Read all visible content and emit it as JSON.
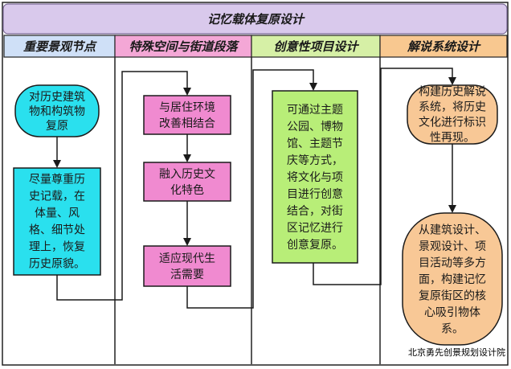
{
  "title": "记忆载体复原设计",
  "columns": [
    {
      "label": "重要景观节点",
      "color": "#cfe0f7"
    },
    {
      "label": "特殊空间与街道段落",
      "color": "#f4a7d6"
    },
    {
      "label": "创意性项目设计",
      "color": "#d6f0a6"
    },
    {
      "label": "解说系统设计",
      "color": "#f8c890"
    }
  ],
  "nodes": {
    "col1_top": [
      "对历史建筑",
      "物和构筑物",
      "复原"
    ],
    "col1_bottom": [
      "尽量尊重历",
      "史记载，在",
      "体量、风",
      "格、细节处",
      "理上，恢复",
      "历史原貌。"
    ],
    "col2_a": [
      "与居住环境",
      "改善相结合"
    ],
    "col2_b": [
      "融入历史文",
      "化特色"
    ],
    "col2_c": [
      "适应现代生",
      "活需要"
    ],
    "col3": [
      "可通过主题",
      "公园、博物",
      "馆、主题节",
      "庆等方式，",
      "将文化与项",
      "目进行创意",
      "结合，对街",
      "区记忆进行",
      "创意复原。"
    ],
    "col4_top": [
      "构建历史解说",
      "系统，将历史",
      "文化进行标识",
      "性再现。"
    ],
    "col4_bottom": [
      "从建筑设计、",
      "景观设计、项",
      "目活动等多方",
      "面，构建记忆",
      "复原街区的核",
      "心吸引物体",
      "系。"
    ]
  },
  "colors": {
    "title_bar": "#d9c9ec",
    "cyan_node": "#2ae0ee",
    "pink_node": "#f08ad0",
    "green_node": "#b8ee78",
    "orange_node": "#f8c896"
  },
  "watermark": "北京勇先创景规划设计院"
}
